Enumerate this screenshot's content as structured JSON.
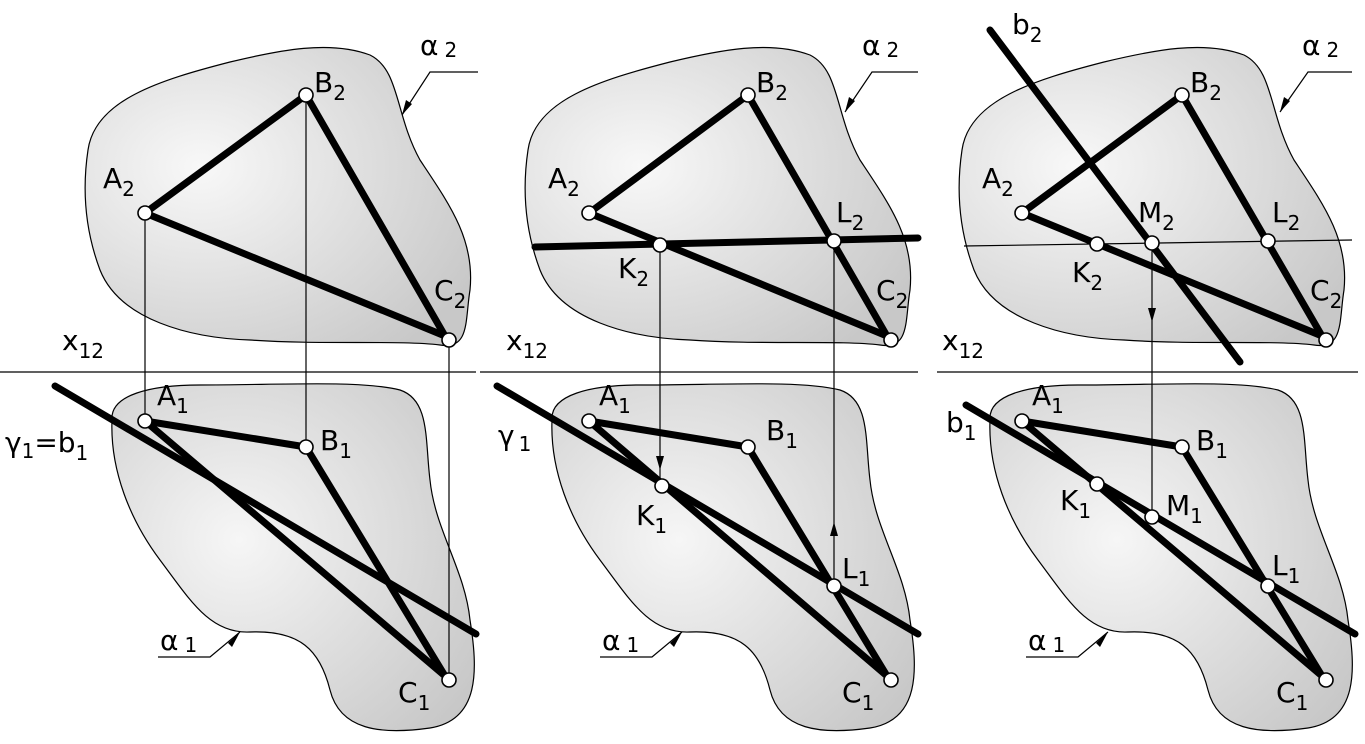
{
  "panels": [
    {
      "id": "left",
      "labels": {
        "alpha2": {
          "main": "α",
          "sub": "2"
        },
        "alpha1": {
          "main": "α",
          "sub": "1"
        },
        "x12": {
          "main": "x",
          "sub": "12"
        },
        "A2": {
          "main": "A",
          "sub": "2"
        },
        "B2": {
          "main": "B",
          "sub": "2"
        },
        "C2": {
          "main": "C",
          "sub": "2"
        },
        "A1": {
          "main": "A",
          "sub": "1"
        },
        "B1": {
          "main": "B",
          "sub": "1"
        },
        "C1": {
          "main": "C",
          "sub": "1"
        },
        "gamma": {
          "main": "γ",
          "sub": "1",
          "tail": "=b",
          "tailsub": "1"
        }
      }
    },
    {
      "id": "middle",
      "labels": {
        "alpha2": {
          "main": "α",
          "sub": "2"
        },
        "alpha1": {
          "main": "α",
          "sub": "1"
        },
        "x12": {
          "main": "x",
          "sub": "12"
        },
        "A2": {
          "main": "A",
          "sub": "2"
        },
        "B2": {
          "main": "B",
          "sub": "2"
        },
        "C2": {
          "main": "C",
          "sub": "2"
        },
        "K2": {
          "main": "K",
          "sub": "2"
        },
        "L2": {
          "main": "L",
          "sub": "2"
        },
        "A1": {
          "main": "A",
          "sub": "1"
        },
        "B1": {
          "main": "B",
          "sub": "1"
        },
        "C1": {
          "main": "C",
          "sub": "1"
        },
        "K1": {
          "main": "K",
          "sub": "1"
        },
        "L1": {
          "main": "L",
          "sub": "1"
        },
        "gamma": {
          "main": "γ",
          "sub": "1"
        }
      }
    },
    {
      "id": "right",
      "labels": {
        "alpha2": {
          "main": "α",
          "sub": "2"
        },
        "alpha1": {
          "main": "α",
          "sub": "1"
        },
        "x12": {
          "main": "x",
          "sub": "12"
        },
        "b2": {
          "main": "b",
          "sub": "2"
        },
        "A2": {
          "main": "A",
          "sub": "2"
        },
        "B2": {
          "main": "B",
          "sub": "2"
        },
        "C2": {
          "main": "C",
          "sub": "2"
        },
        "K2": {
          "main": "K",
          "sub": "2"
        },
        "L2": {
          "main": "L",
          "sub": "2"
        },
        "M2": {
          "main": "M",
          "sub": "2"
        },
        "A1": {
          "main": "A",
          "sub": "1"
        },
        "B1": {
          "main": "B",
          "sub": "1"
        },
        "C1": {
          "main": "C",
          "sub": "1"
        },
        "K1": {
          "main": "K",
          "sub": "1"
        },
        "L1": {
          "main": "L",
          "sub": "1"
        },
        "M1": {
          "main": "M",
          "sub": "1"
        },
        "b1": {
          "main": "b",
          "sub": "1"
        }
      }
    }
  ],
  "colors": {
    "plane_fill_light": "#f4f4f4",
    "plane_fill_dark": "#cfcfcf",
    "line": "#000000"
  }
}
